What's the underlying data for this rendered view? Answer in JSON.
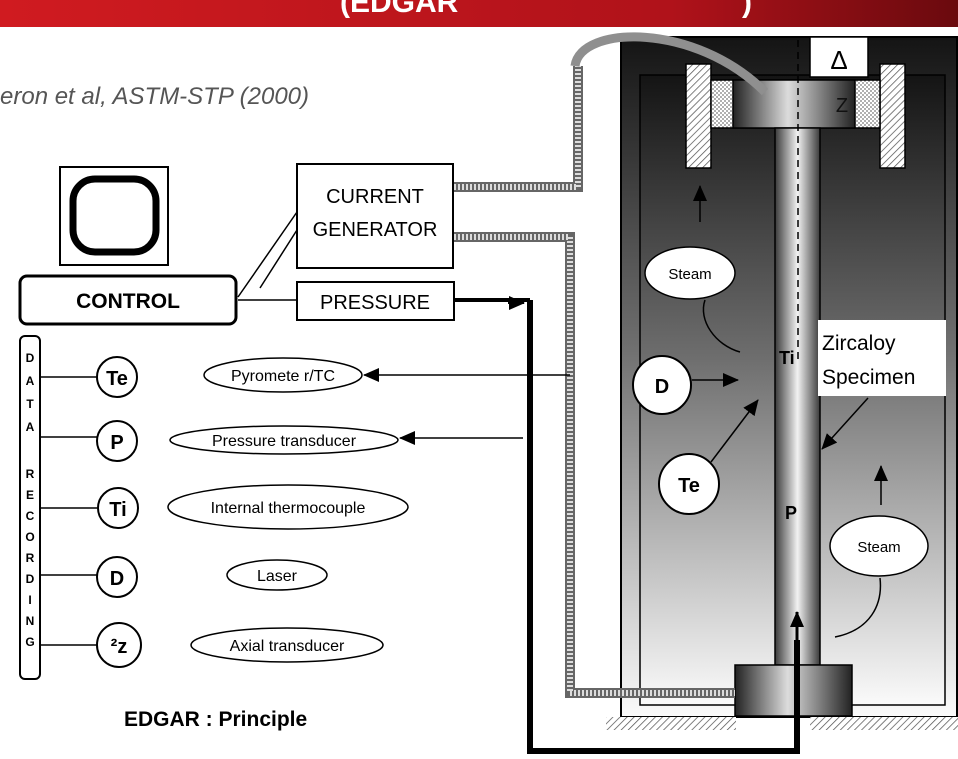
{
  "header": {
    "title": "(EDGAR",
    "title_right": ")"
  },
  "citation": "eron et al, ASTM-STP  (2000)",
  "caption": "EDGAR : Principle",
  "control": {
    "label": "CONTROL"
  },
  "generator": {
    "line1": "CURRENT",
    "line2": "GENERATOR"
  },
  "pressure_box": {
    "label": "PRESSURE"
  },
  "data_recording_letters": [
    "D",
    "A",
    "T",
    "A",
    "",
    "R",
    "E",
    "C",
    "O",
    "R",
    "D",
    "I",
    "N",
    "G"
  ],
  "sensors": [
    {
      "symbol": "Te",
      "description": "Pyromete r/TC"
    },
    {
      "symbol": "P",
      "description": "Pressure transducer"
    },
    {
      "symbol": "Ti",
      "description": "Internal thermocouple"
    },
    {
      "symbol": "D",
      "description": "Laser"
    },
    {
      "symbol": "²z",
      "description": "Axial transducer"
    }
  ],
  "apparatus": {
    "delta": "Δ",
    "z": "Z",
    "steam_top": "Steam",
    "steam_bottom": "Steam",
    "specimen_line1": "Zircaloy",
    "specimen_line2": "Specimen",
    "label_ti": "Ti",
    "label_p": "P",
    "circle_d": "D",
    "circle_te": "Te"
  },
  "colors": {
    "header_red": "#c0141a",
    "header_dark": "#6a0a0e"
  }
}
